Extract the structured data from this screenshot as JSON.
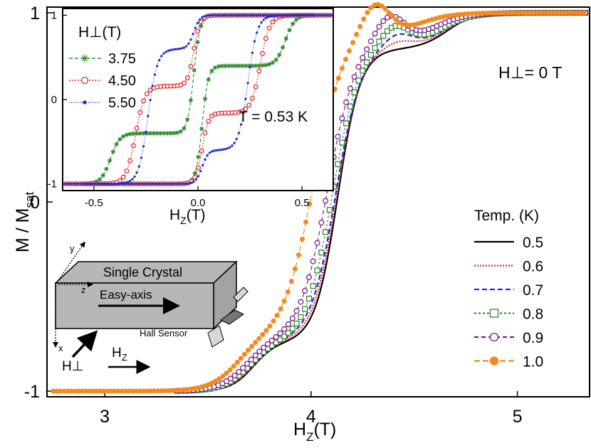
{
  "chart_data": [
    {
      "type": "scatter",
      "title": "",
      "xlabel_main": "H",
      "xlabel_sub": "Z",
      "xlabel_unit": "(T)",
      "ylabel_main": "M / M",
      "ylabel_sub": "sat",
      "xlim": [
        2.72,
        5.35
      ],
      "ylim": [
        -1.03,
        1.03
      ],
      "xticks": [
        3,
        4,
        5
      ],
      "xtick_labels": [
        "3",
        "4",
        "5"
      ],
      "yticks": [
        -1,
        0,
        1
      ],
      "ytick_labels": [
        "-1",
        "0",
        "1"
      ],
      "annotation_field": "H⊥= 0 T",
      "legend_title": "Temp. (K)",
      "legend_position": "bottom-right",
      "series": [
        {
          "name": "0.5",
          "color": "#000000",
          "dash": "",
          "marker": "none"
        },
        {
          "name": "0.6",
          "color": "#e8282b",
          "dash": "2,2",
          "marker": "none"
        },
        {
          "name": "0.7",
          "color": "#1f2fd0",
          "dash": "7,4",
          "marker": "none"
        },
        {
          "name": "0.8",
          "color": "#2e8b2e",
          "dash": "3,3",
          "marker": "square-open"
        },
        {
          "name": "0.9",
          "color": "#7b1a8e",
          "dash": "6,4",
          "marker": "circle-open"
        },
        {
          "name": "1.0",
          "color": "#f5891e",
          "dash": "8,4",
          "marker": "circle-filled"
        }
      ],
      "series_params": [
        {
          "temp": 0.5,
          "plateau_low": -0.74,
          "plateau_high": 0.81,
          "shift": 0.0
        },
        {
          "temp": 0.6,
          "plateau_low": -0.735,
          "plateau_high": 0.815,
          "shift": -0.005
        },
        {
          "temp": 0.7,
          "plateau_low": -0.73,
          "plateau_high": 0.82,
          "shift": -0.01
        },
        {
          "temp": 0.8,
          "plateau_low": -0.73,
          "plateau_high": 0.83,
          "shift": -0.025
        },
        {
          "temp": 0.9,
          "plateau_low": -0.72,
          "plateau_high": 0.85,
          "shift": -0.05
        },
        {
          "temp": 1.0,
          "plateau_low": -0.7,
          "plateau_high": 0.88,
          "shift": -0.12
        }
      ]
    },
    {
      "type": "scatter",
      "title": "",
      "xlabel_main": "H",
      "xlabel_sub": "Z",
      "xlabel_unit": "(T)",
      "xlim": [
        -0.65,
        0.65
      ],
      "ylim": [
        -1.08,
        1.08
      ],
      "xticks": [
        -0.5,
        0,
        0.5
      ],
      "xtick_labels": [
        "-0.5",
        "0.0",
        "0.5"
      ],
      "yticks": [
        -1,
        0,
        1
      ],
      "ytick_labels": [
        "-1",
        "0",
        "1"
      ],
      "annotation_temp": "T = 0.53 K",
      "legend_title": "H⊥(T)",
      "legend_position": "top-left",
      "series": [
        {
          "name": "3.75",
          "color": "#2e8b2e",
          "dash": "5,3",
          "marker": "asterisk"
        },
        {
          "name": "4.50",
          "color": "#e8282b",
          "dash": "2,2",
          "marker": "circle-open"
        },
        {
          "name": "5.50",
          "color": "#1f2fd0",
          "dash": "1,2",
          "marker": "dot"
        }
      ],
      "loop_params": [
        {
          "hperp": 3.75,
          "plateau": 0.7,
          "hsw": 0.42,
          "slope": 9
        },
        {
          "hperp": 4.5,
          "plateau": 0.42,
          "hsw": 0.3,
          "slope": 11
        },
        {
          "hperp": 5.5,
          "plateau": 0.2,
          "hsw": 0.24,
          "slope": 14
        }
      ]
    }
  ],
  "schematic": {
    "crystal_label": "Single Crystal",
    "axis_label": "Easy-axis",
    "sensor_label": "Hall Sensor",
    "x_label": "x",
    "y_label": "y",
    "z_label": "z",
    "hperp_label": "H⊥",
    "hz_main": "H",
    "hz_sub": "Z"
  }
}
